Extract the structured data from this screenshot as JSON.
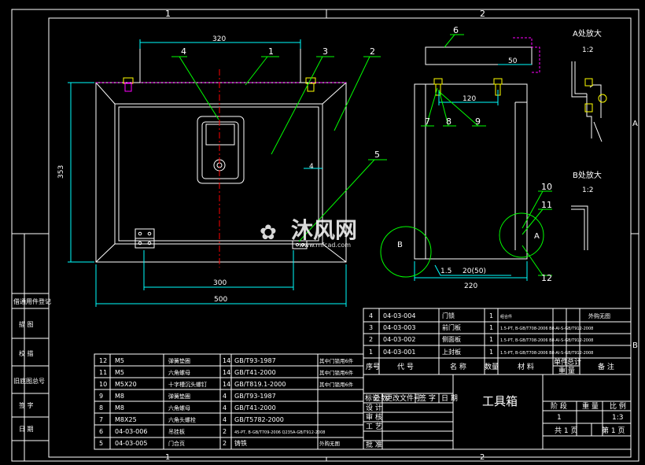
{
  "frame": {
    "col_numbers": [
      "1",
      "2"
    ],
    "row_letters": [
      "A",
      "B"
    ]
  },
  "front_view": {
    "dim_top": "320",
    "dim_side": "353",
    "dim_inner": "300",
    "dim_bottom": "500",
    "dim_thickness": "4",
    "balloons": [
      "4",
      "1",
      "3",
      "2",
      "5"
    ]
  },
  "side_view": {
    "balloons": [
      "6",
      "7",
      "8",
      "9",
      "10",
      "11",
      "12"
    ],
    "dim_50": "50",
    "dim_120": "120",
    "dim_220": "220",
    "weld_symbol": "1.5",
    "weld_symbol_b": "20(50)",
    "circle_b": "B",
    "circle_a": "A"
  },
  "details": {
    "a_title": "A处放大",
    "a_scale": "1:2",
    "b_title": "B处放大",
    "b_scale": "1:2"
  },
  "side_labels": [
    "借通用件登记",
    "描 图",
    "校 描",
    "旧底图总号",
    "签 字",
    "日 期"
  ],
  "bom_left": [
    {
      "no": "12",
      "code": "M5",
      "name": "弹簧垫圈",
      "qty": "14",
      "std": "GB/T93-1987",
      "note": "其中门锁用6件"
    },
    {
      "no": "11",
      "code": "M5",
      "name": "六角螺母",
      "qty": "14",
      "std": "GB/T41-2000",
      "note": "其中门锁用6件"
    },
    {
      "no": "10",
      "code": "M5X20",
      "name": "十字槽沉头螺钉",
      "qty": "14",
      "std": "GB/T819.1-2000",
      "note": "其中门锁用6件"
    },
    {
      "no": "9",
      "code": "M8",
      "name": "弹簧垫圈",
      "qty": "4",
      "std": "GB/T93-1987",
      "note": ""
    },
    {
      "no": "8",
      "code": "M8",
      "name": "六角螺母",
      "qty": "4",
      "std": "GB/T41-2000",
      "note": ""
    },
    {
      "no": "7",
      "code": "M8X25",
      "name": "六角头螺栓",
      "qty": "4",
      "std": "GB/T5782-2000",
      "note": ""
    },
    {
      "no": "6",
      "code": "04-03-006",
      "name": "吊挂板",
      "qty": "2",
      "std": "45-PT, B-GB/T709-2006 Q235A-GB/T912-2008",
      "note": ""
    },
    {
      "no": "5",
      "code": "04-03-005",
      "name": "门合页",
      "qty": "2",
      "std": "铸铁",
      "note": "外购无图"
    }
  ],
  "bom_right": [
    {
      "no": "4",
      "code": "04-03-004",
      "name": "门锁",
      "qty": "1",
      "std": "组合件",
      "note": "外购无图"
    },
    {
      "no": "3",
      "code": "04-03-003",
      "name": "前门板",
      "qty": "1",
      "std": "1.5-PT, B-GB/T708-2006 B8-Al-S-GB/T912-2008",
      "note": ""
    },
    {
      "no": "2",
      "code": "04-03-002",
      "name": "侧面板",
      "qty": "1",
      "std": "1.5-PT, B-GB/T708-2006 B8-Al-S-GB/T912-2008",
      "note": ""
    },
    {
      "no": "1",
      "code": "04-03-001",
      "name": "上封板",
      "qty": "1",
      "std": "1.5-PT, B-GB/T708-2006 B8-Al-S-GB/T912-2008",
      "note": ""
    }
  ],
  "bom_header": [
    "序号",
    "代 号",
    "名 称",
    "数量",
    "材 料",
    "单件",
    "总计",
    "备 注"
  ],
  "bom_header_sub": "重 量",
  "title_block": {
    "title": "工具箱",
    "rev_headers": [
      "标记",
      "处数",
      "更改文件号",
      "签 字",
      "日 期"
    ],
    "sign_labels": [
      "设 计",
      "审 核",
      "工 艺",
      "批 准"
    ],
    "stage_headers": [
      "阶 段",
      "重 量",
      "比 例"
    ],
    "qty": "1",
    "scale": "1:3",
    "sheets": "共 1 页",
    "sheet": "第 1 页"
  },
  "watermark": {
    "brand": "沐风网",
    "url": "www.mfcad.com"
  },
  "colors": {
    "frame": "#ffffff",
    "geometry": "#ffffff",
    "centerline": "#ff0000",
    "dimension": "#00ffff",
    "leader": "#00ff00",
    "hidden": "#ff00ff",
    "bolt": "#ffff00"
  }
}
